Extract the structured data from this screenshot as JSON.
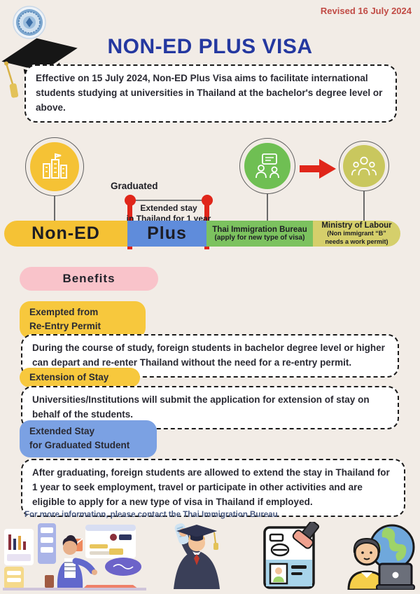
{
  "header": {
    "revised": "Revised 16 July 2024",
    "title": "NON-ED PLUS VISA",
    "intro": "Effective on 15 July 2024, Non-ED Plus Visa aims to facilitate international students studying at universities in Thailand at the bachelor's degree level or above."
  },
  "timeline": {
    "graduated_label": "Graduated",
    "extension_note": [
      "Extended stay",
      "in Thailand for 1 year"
    ],
    "segments": [
      {
        "label": "Non-ED"
      },
      {
        "label": "Plus"
      },
      {
        "label": "Thai Immigration Bureau",
        "sub": "(apply for new type of visa)"
      },
      {
        "label": "Ministry of Labour",
        "sub1": "(Non immigrant “B”",
        "sub2": "needs a work permit)"
      }
    ]
  },
  "benefits": {
    "title": "Benefits",
    "items": [
      {
        "label_line1": "Exempted from",
        "label_line2": "Re-Entry Permit",
        "text": "During the course of study, foreign students in bachelor degree level or higher can depart and re-enter Thailand without the need for a re-entry permit."
      },
      {
        "label_line1": "Extension of Stay",
        "text": "Universities/Institutions will submit the application for extension of stay on behalf of the students."
      },
      {
        "label_line1": "Extended Stay",
        "label_line2": "for Graduated Student",
        "text": "After graduating, foreign students are allowed to extend the stay in Thailand for 1 year to seek employment, travel or participate in other activities and are eligible to apply for a new type of visa in Thailand if employed."
      }
    ]
  },
  "footer": {
    "contact": "For more information, please contact the Thai Immigration Bureau"
  },
  "icons": {
    "logo": "immigration-bureau-emblem",
    "cap": "graduation-cap",
    "university": "university-buildings",
    "immigration": "interview-people",
    "labour": "workers-group",
    "arrow": "red-arrow-right"
  },
  "colors": {
    "background": "#f2ece6",
    "title_blue": "#2438a0",
    "revised_red": "#c14b45",
    "non_ed_yellow": "#f5c235",
    "plus_blue": "#5f8cdb",
    "immigration_green": "#7cc25f",
    "labour_olive": "#d5cf6b",
    "marker_red": "#e0261a",
    "benefits_pink": "#f9c3ca",
    "label_yellow": "#f7c83d",
    "label_blue": "#7ba1e3"
  }
}
